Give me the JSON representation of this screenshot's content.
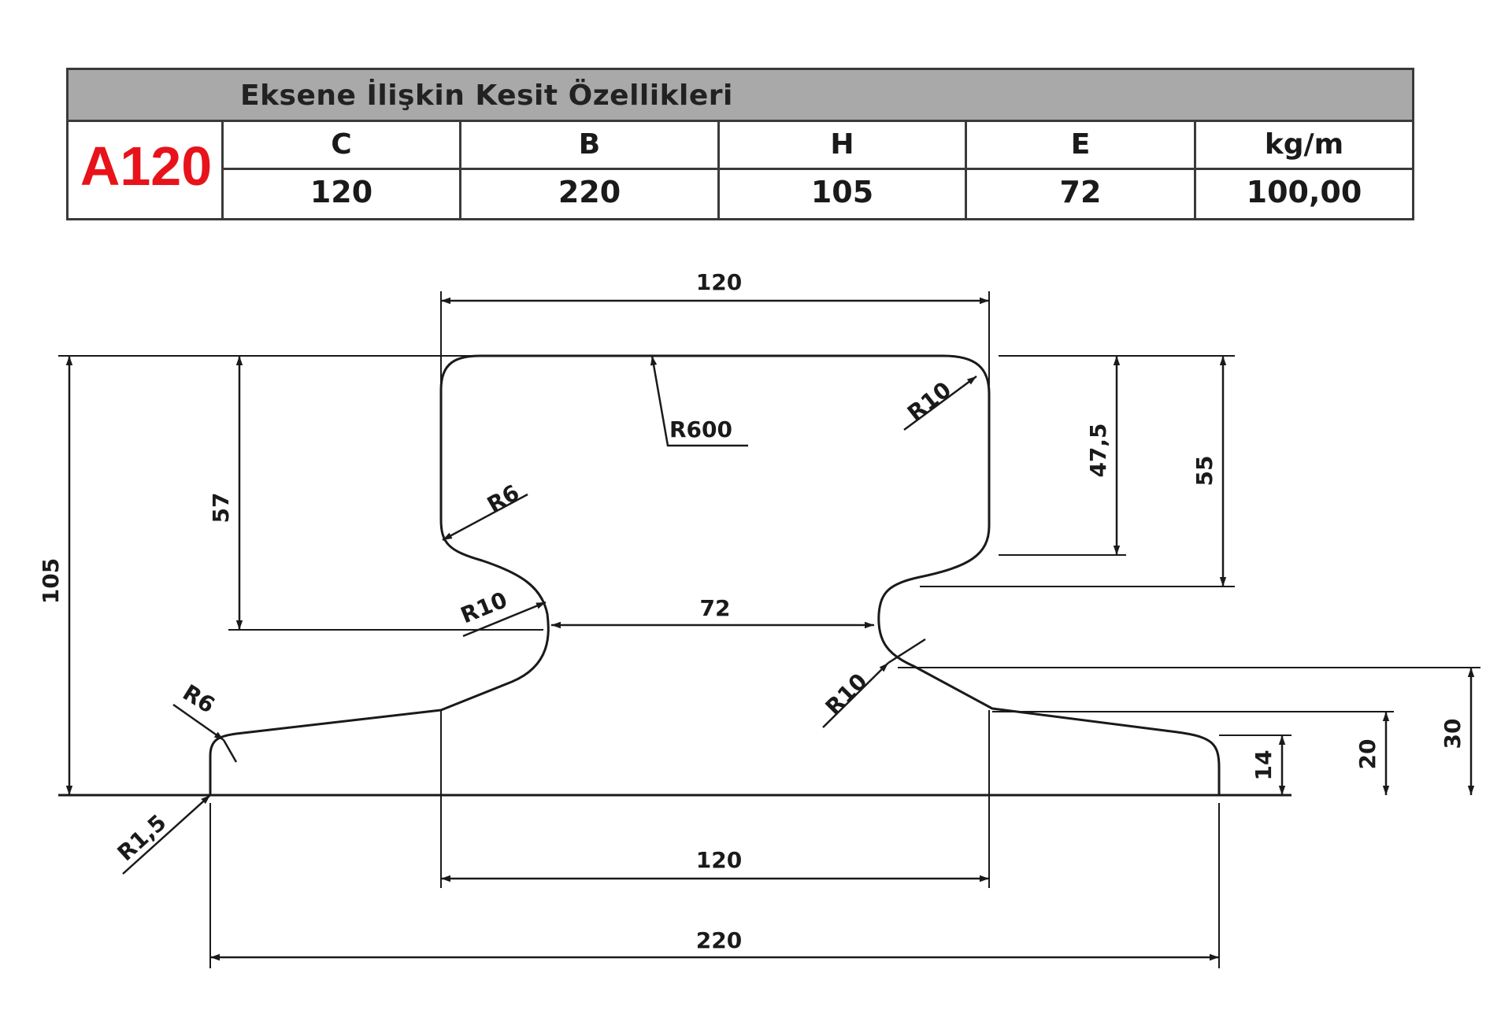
{
  "table": {
    "title": "Eksene İlişkin Kesit Özellikleri",
    "model": "A120",
    "model_color": "#e8131a",
    "header_bg": "#a9a9a9",
    "columns": [
      {
        "label": "C",
        "value": "120"
      },
      {
        "label": "B",
        "value": "220"
      },
      {
        "label": "H",
        "value": "105"
      },
      {
        "label": "E",
        "value": "72"
      },
      {
        "label": "kg/m",
        "value": "100,00"
      }
    ]
  },
  "drawing": {
    "dimensions": {
      "top_width": "120",
      "bottom_head_width": "120",
      "base_width": "220",
      "total_height": "105",
      "head_height": "57",
      "right_upper": "47,5",
      "right_head": "55",
      "base_flange_30": "30",
      "base_flange_20": "20",
      "base_flange_14": "14",
      "neck_width": "72"
    },
    "radii": {
      "top_crown": "R600",
      "top_right_corner": "R10",
      "head_left_lower": "R6",
      "neck_left": "R10",
      "neck_right": "R10",
      "foot_left": "R6",
      "base_corner": "R1,5"
    }
  }
}
